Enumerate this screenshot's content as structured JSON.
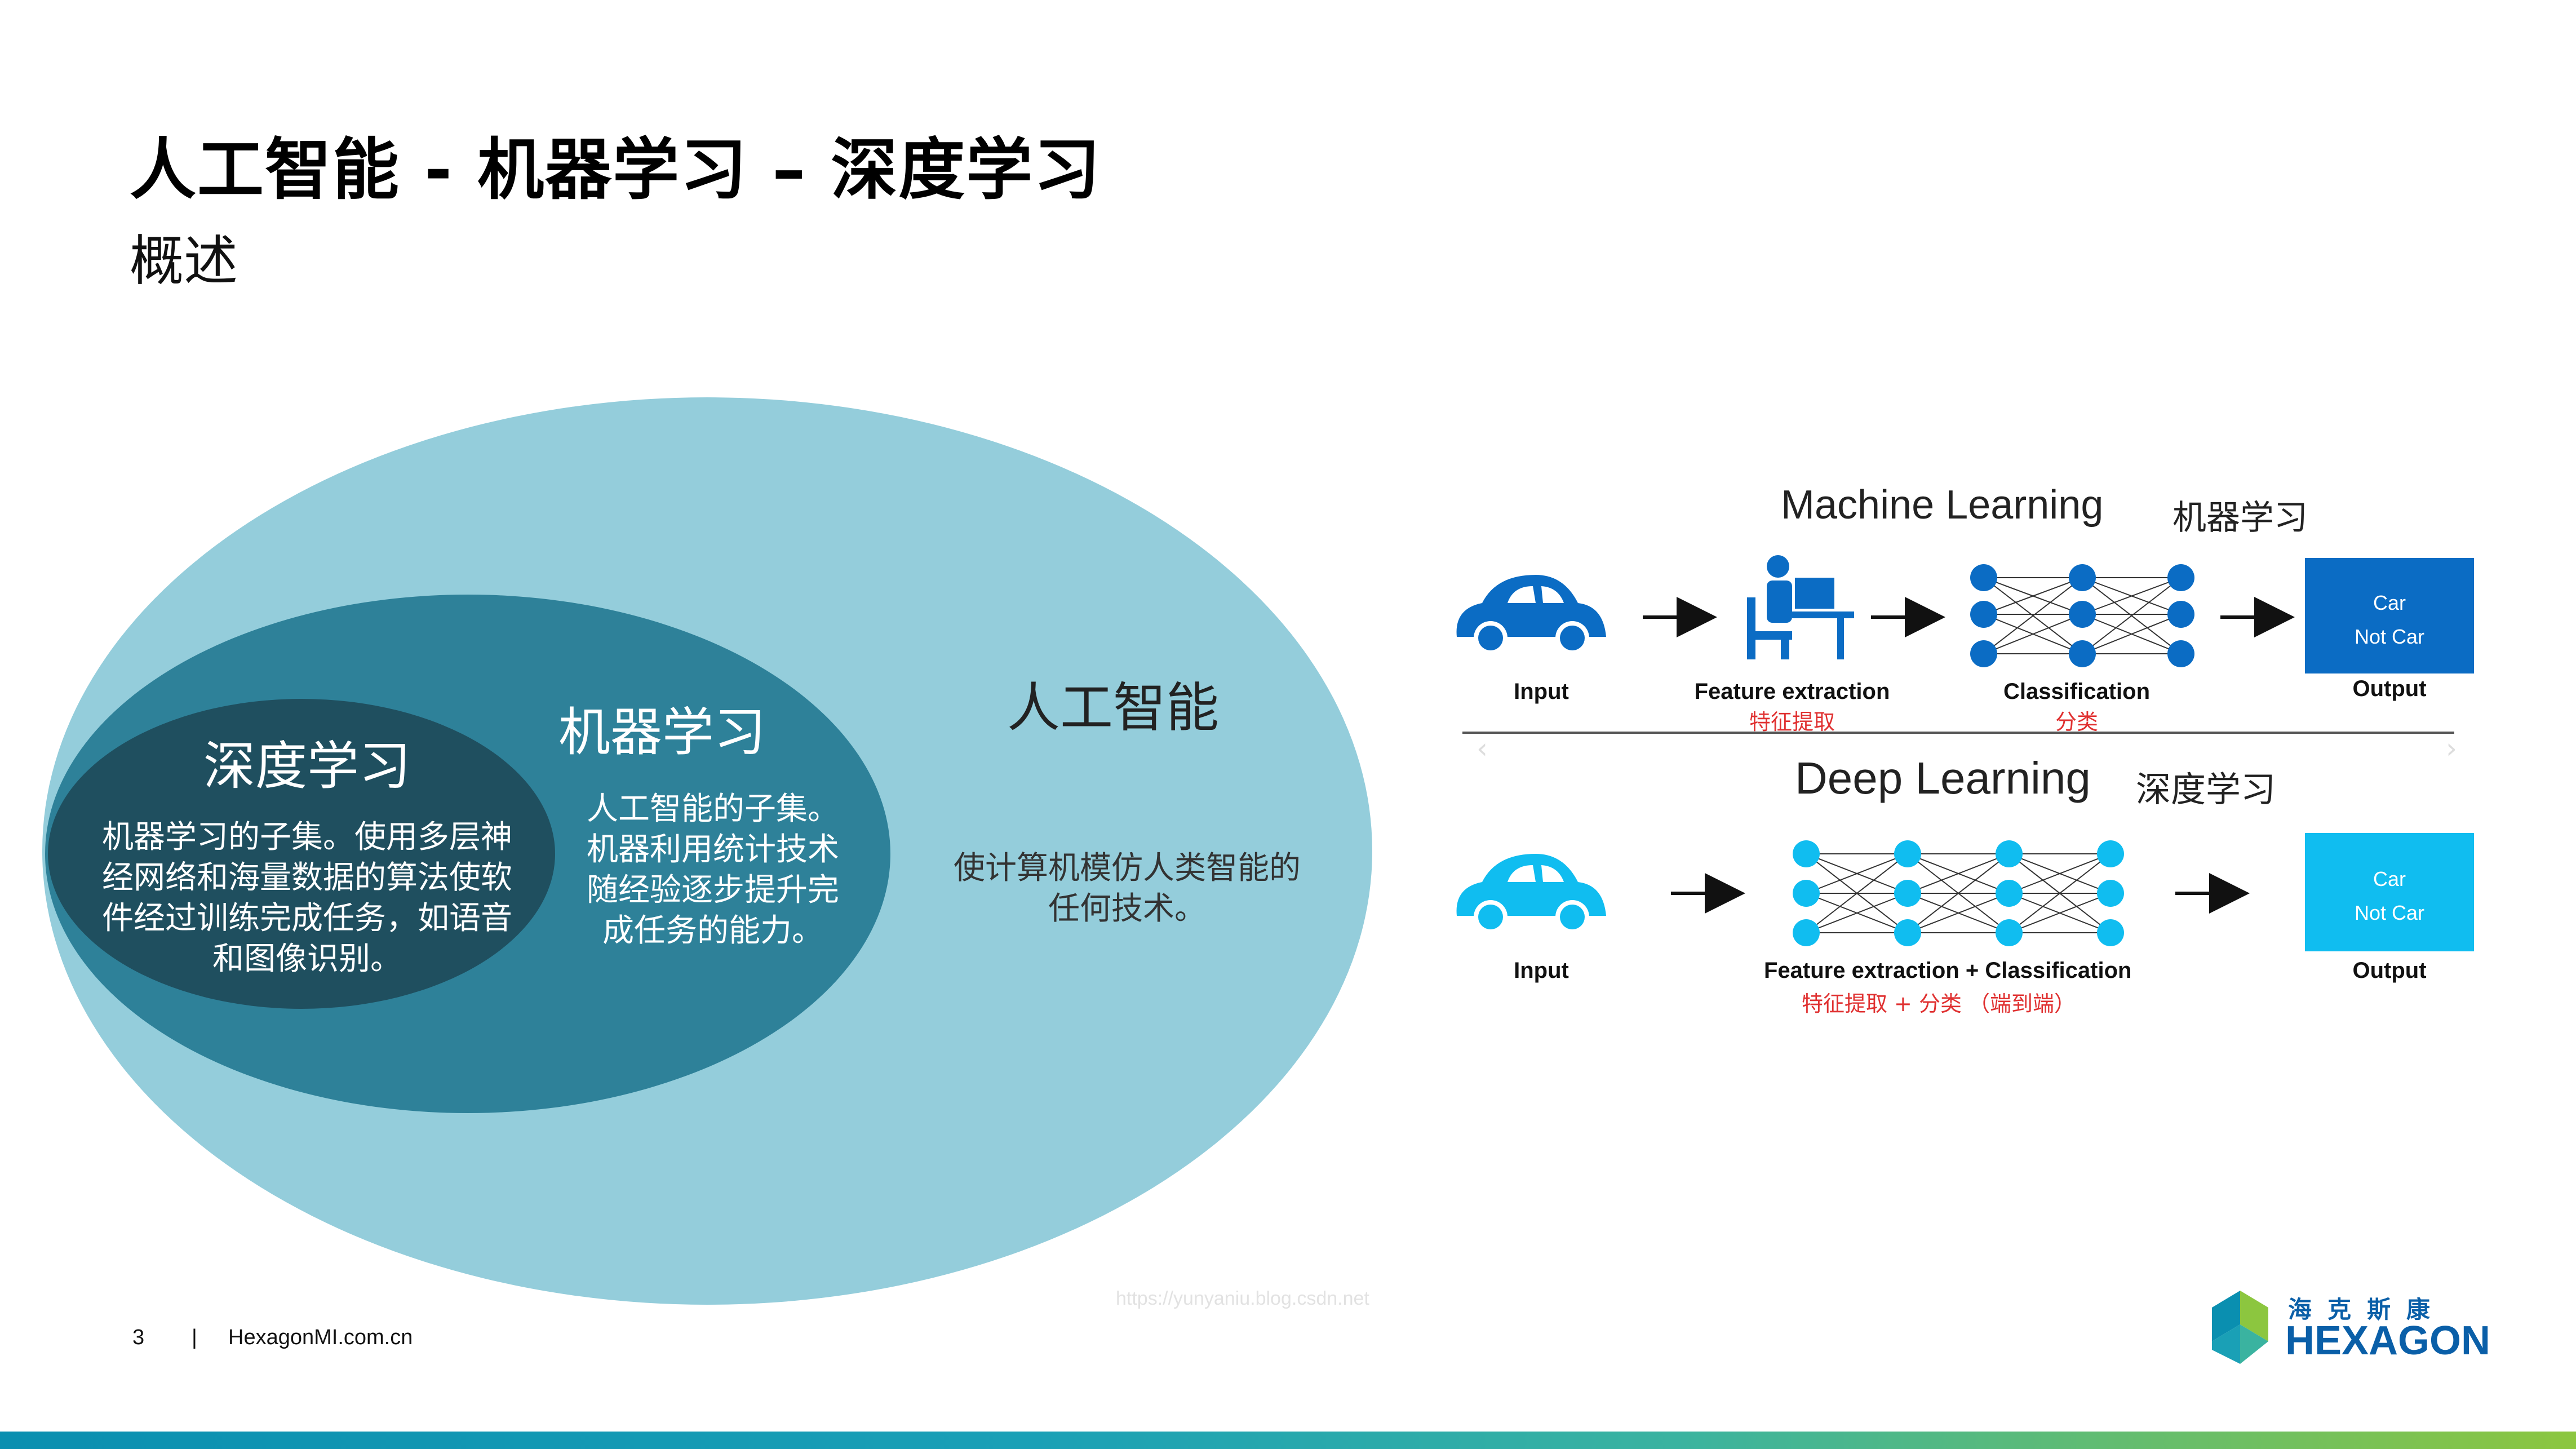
{
  "slide": {
    "title": "人工智能 - 机器学习 – 深度学习",
    "subtitle": "概述"
  },
  "venn": {
    "ai": {
      "label": "人工智能",
      "text": "使计算机模仿人类智能的任何技术。",
      "color": "#94cddb"
    },
    "ml": {
      "label": "机器学习",
      "text": "人工智能的子集。机器利用统计技术随经验逐步提升完成任务的能力。",
      "color": "#2e8199"
    },
    "dl": {
      "label": "深度学习",
      "text": "机器学习的子集。使用多层神经网络和海量数据的算法使软件经过训练完成任务，如语音和图像识别。",
      "color": "#1f4f5f"
    }
  },
  "ml_diagram": {
    "title_en": "Machine Learning",
    "title_cn": "机器学习",
    "input": "Input",
    "feature": "Feature extraction",
    "feature_cn": "特征提取",
    "classification": "Classification",
    "classification_cn": "分类",
    "output": "Output",
    "out_car": "Car",
    "out_notcar": "Not Car",
    "color": "#0b6cc4"
  },
  "dl_diagram": {
    "title_en": "Deep Learning",
    "title_cn": "深度学习",
    "input": "Input",
    "feature": "Feature extraction + Classification",
    "feature_cn": "特征提取 + 分类 （端到端）",
    "output": "Output",
    "out_car": "Car",
    "out_notcar": "Not Car",
    "color": "#10bdf0"
  },
  "footer": {
    "page": "3",
    "separator": "|",
    "url": "HexagonMI.com.cn",
    "watermark": "https://yunyaniu.blog.csdn.net"
  },
  "logo": {
    "cn": "海克斯康",
    "en": "HEXAGON"
  }
}
